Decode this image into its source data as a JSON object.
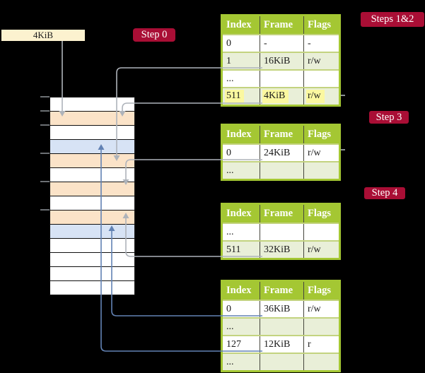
{
  "colors": {
    "black_bg": "#000000",
    "header_green": "#a4c733",
    "row_green": "#e9efd8",
    "row_divider": "#c3d37f",
    "col_divider": "#45453c",
    "row_orange": "#fbe3c8",
    "row_blue": "#d7e3f5",
    "cream": "#fcf2cf",
    "dark_red": "#a90e35",
    "yellow_highlight": "#fbf8a0",
    "gray_line": "#aeb3ba",
    "blue_line": "#6282b4",
    "cell_text": "#1a1a1a"
  },
  "frame_box": {
    "label": "4KiB"
  },
  "labels": {
    "step0": "Step 0",
    "steps12": "Steps 1&2",
    "step3": "Step 3",
    "step4": "Step 4"
  },
  "memory_stack": {
    "rows": [
      "white",
      "orange",
      "white",
      "blue",
      "orange",
      "white",
      "orange",
      "white",
      "orange",
      "blue",
      "white",
      "white",
      "white",
      "white"
    ]
  },
  "tables": [
    {
      "id": "page-table-steps-1-2",
      "headers": [
        "Index",
        "Frame",
        "Flags"
      ],
      "rows": [
        {
          "cells": [
            "0",
            "-",
            "-"
          ],
          "shaded": false,
          "highlight": false
        },
        {
          "cells": [
            "1",
            "16KiB",
            "r/w"
          ],
          "shaded": true,
          "highlight": false
        },
        {
          "cells": [
            "...",
            "",
            ""
          ],
          "shaded": false,
          "highlight": false
        },
        {
          "cells": [
            "511",
            "4KiB",
            "r/w"
          ],
          "shaded": true,
          "highlight": true
        }
      ]
    },
    {
      "id": "page-table-step-3",
      "headers": [
        "Index",
        "Frame",
        "Flags"
      ],
      "rows": [
        {
          "cells": [
            "0",
            "24KiB",
            "r/w"
          ],
          "shaded": false,
          "highlight": false
        },
        {
          "cells": [
            "...",
            "",
            ""
          ],
          "shaded": true,
          "highlight": false
        }
      ]
    },
    {
      "id": "page-table-step-4",
      "headers": [
        "Index",
        "Frame",
        "Flags"
      ],
      "rows": [
        {
          "cells": [
            "...",
            "",
            ""
          ],
          "shaded": false,
          "highlight": false
        },
        {
          "cells": [
            "511",
            "32KiB",
            "r/w"
          ],
          "shaded": true,
          "highlight": false
        }
      ]
    },
    {
      "id": "page-table-final",
      "headers": [
        "Index",
        "Frame",
        "Flags"
      ],
      "rows": [
        {
          "cells": [
            "0",
            "36KiB",
            "r/w"
          ],
          "shaded": false,
          "highlight": false
        },
        {
          "cells": [
            "...",
            "",
            ""
          ],
          "shaded": true,
          "highlight": false
        },
        {
          "cells": [
            "127",
            "12KiB",
            "r"
          ],
          "shaded": false,
          "highlight": false
        },
        {
          "cells": [
            "...",
            "",
            ""
          ],
          "shaded": true,
          "highlight": false
        }
      ]
    }
  ]
}
